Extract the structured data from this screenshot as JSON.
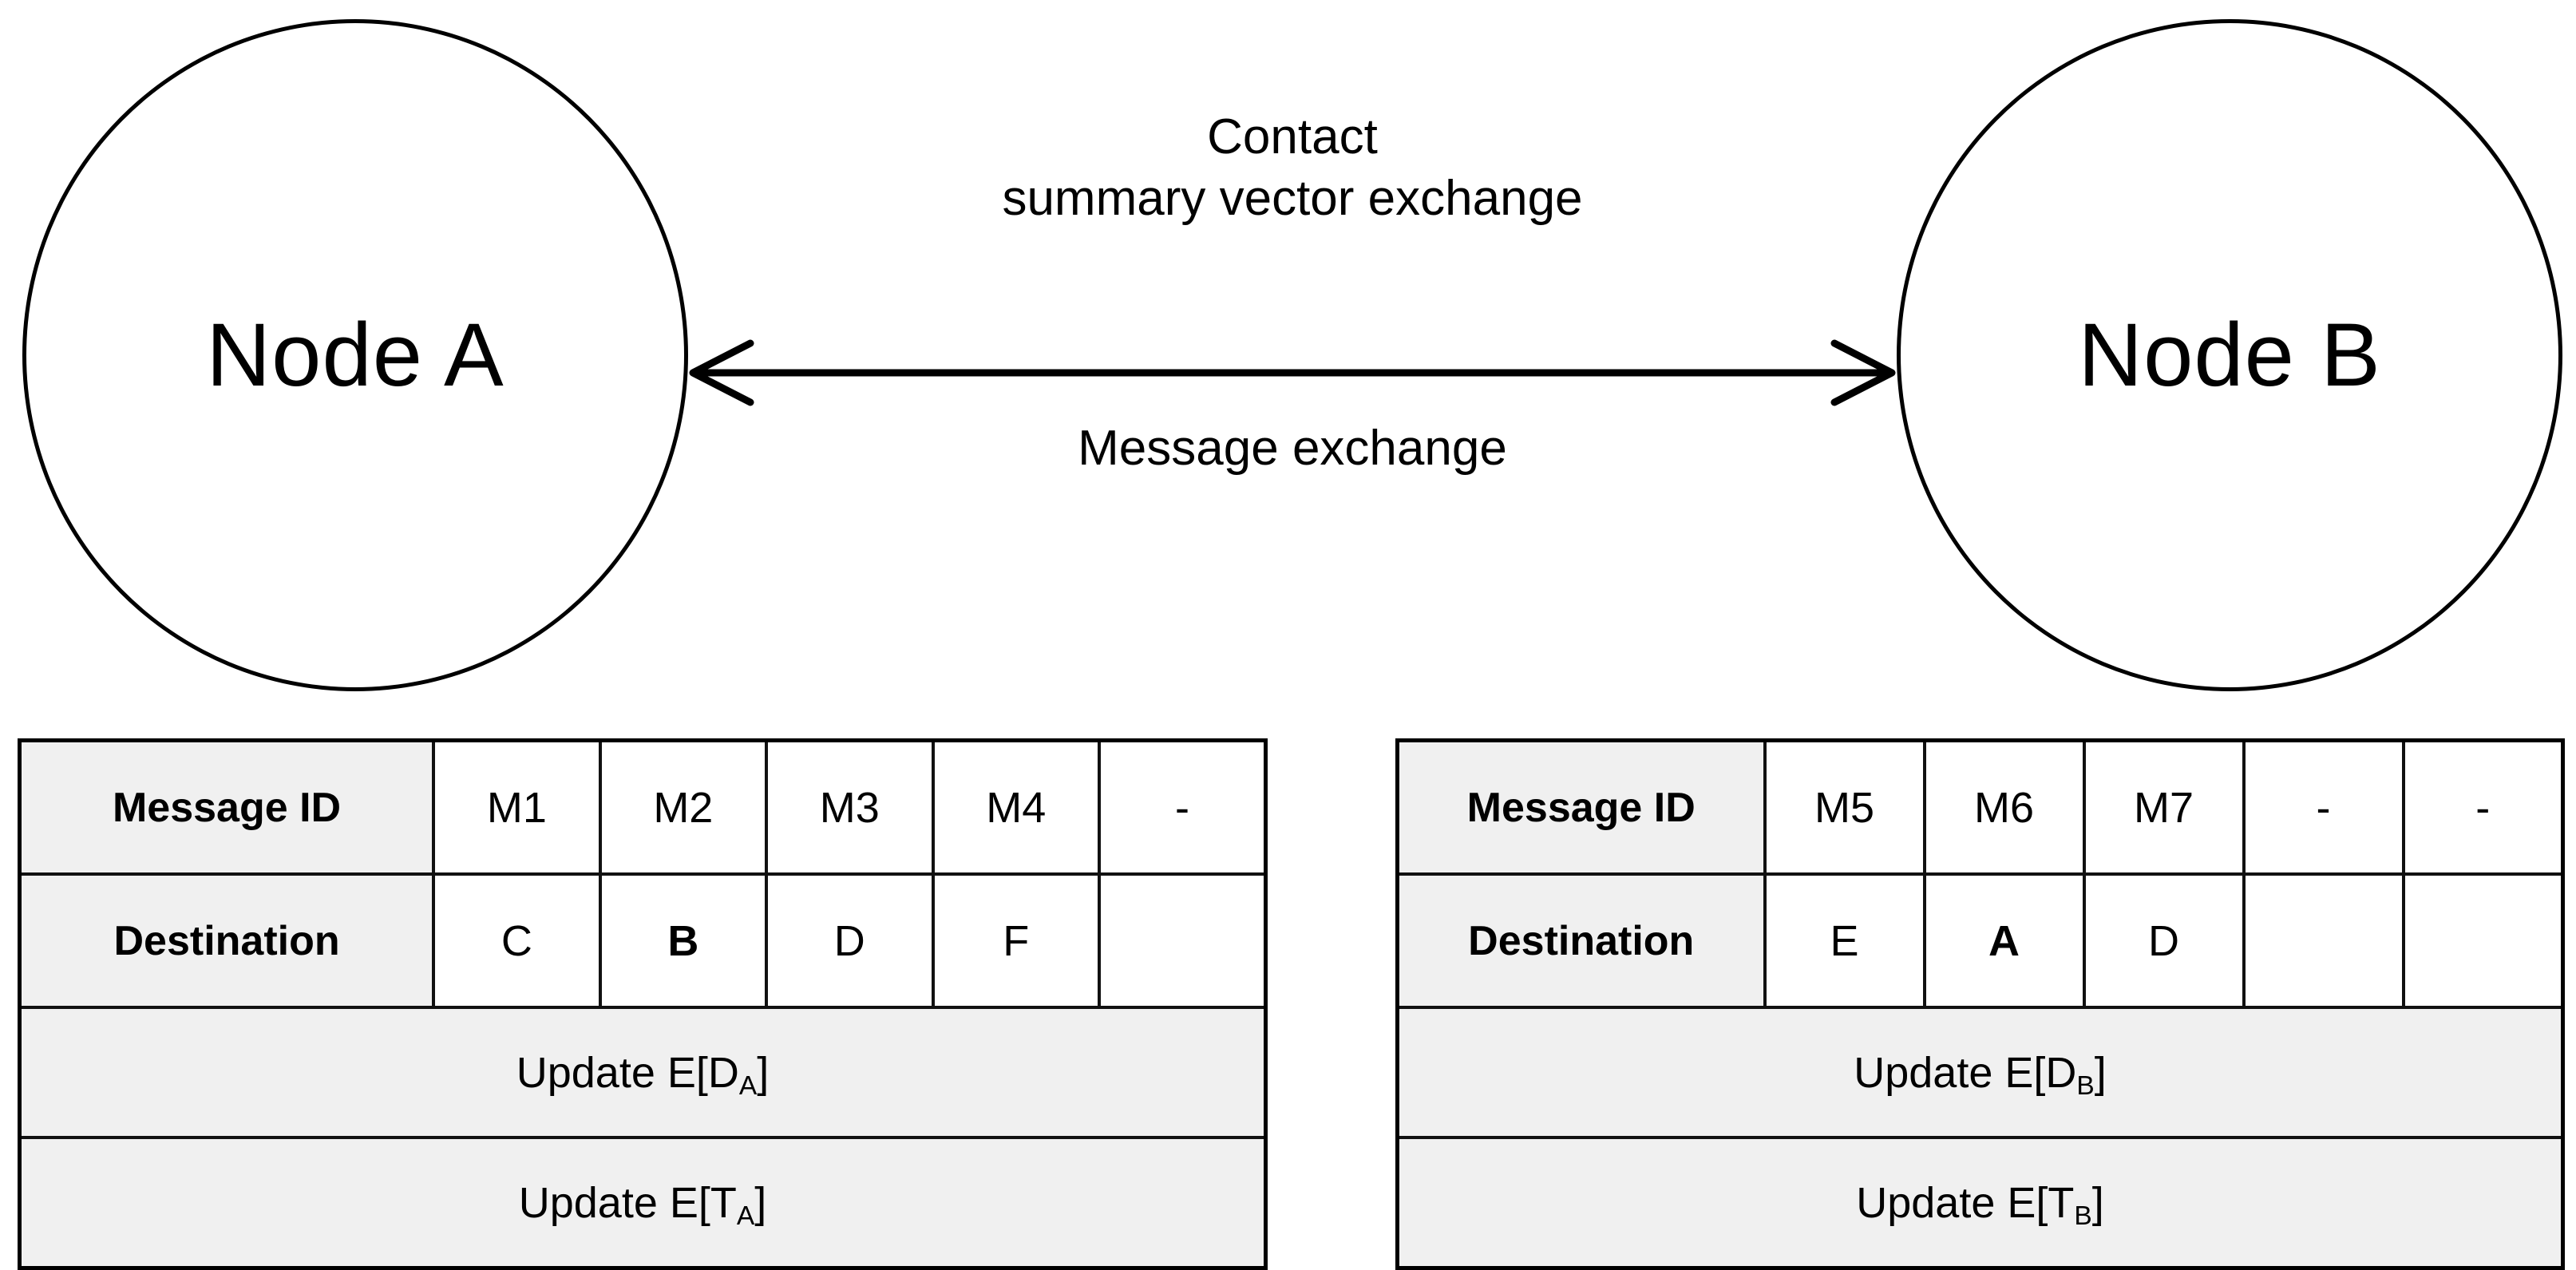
{
  "diagram": {
    "nodes": [
      {
        "id": "node-a",
        "label": "Node A"
      },
      {
        "id": "node-b",
        "label": "Node B"
      }
    ],
    "link": {
      "above_label": "Contact\nsummary vector exchange",
      "below_label": "Message exchange",
      "arrow": "double-headed-horizontal-arrow",
      "arrow_color": "#000000"
    },
    "colors": {
      "stroke": "#000000",
      "header_fill": "#f0f0f0",
      "cell_fill": "#ffffff",
      "background": "#ffffff"
    }
  },
  "tables": [
    {
      "id": "table-a",
      "node": "Node A",
      "row_labels": {
        "ids": "Message ID",
        "destinations": "Destination"
      },
      "message_ids": [
        "M1",
        "M2",
        "M3",
        "M4",
        "-"
      ],
      "destinations": [
        "C",
        "B",
        "D",
        "F",
        ""
      ],
      "bold_destination_index": 1,
      "update_rows": [
        {
          "prefix": "Update E[D",
          "sub": "A",
          "suffix": "]"
        },
        {
          "prefix": "Update E[T",
          "sub": "A",
          "suffix": "]"
        }
      ]
    },
    {
      "id": "table-b",
      "node": "Node B",
      "row_labels": {
        "ids": "Message ID",
        "destinations": "Destination"
      },
      "message_ids": [
        "M5",
        "M6",
        "M7",
        "-",
        "-"
      ],
      "destinations": [
        "E",
        "A",
        "D",
        "",
        ""
      ],
      "bold_destination_index": 1,
      "update_rows": [
        {
          "prefix": "Update E[D",
          "sub": "B",
          "suffix": "]"
        },
        {
          "prefix": "Update E[T",
          "sub": "B",
          "suffix": "]"
        }
      ]
    }
  ]
}
